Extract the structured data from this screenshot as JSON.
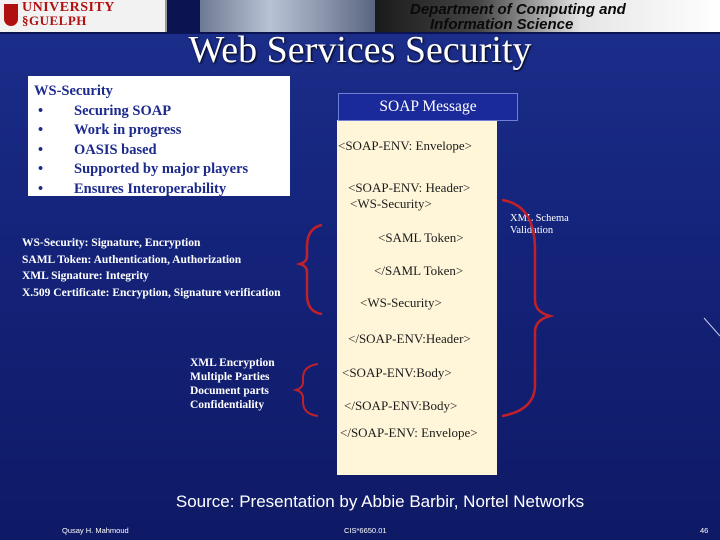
{
  "header": {
    "logo_line1": "UNIVERSITY",
    "logo_line2": "§GUELPH",
    "dept_line1": "Department of Computing and",
    "dept_line2": "Information Science"
  },
  "title": "Web Services Security",
  "ws_box": {
    "heading": "WS-Security",
    "items": [
      "Securing SOAP",
      "Work in progress",
      "OASIS based",
      "Supported by major players",
      "Ensures Interoperability"
    ]
  },
  "descriptions": [
    "WS-Security: Signature, Encryption",
    "SAML Token: Authentication, Authorization",
    "XML Signature: Integrity",
    "X.509 Certificate: Encryption, Signature verification"
  ],
  "xml_encryption": [
    "XML Encryption",
    "Multiple Parties",
    "Document  parts",
    "Confidentiality"
  ],
  "soap": {
    "header_label": "SOAP Message",
    "envelope_open": "<SOAP-ENV: Envelope>",
    "header_open": "<SOAP-ENV: Header>",
    "ws_open": "<WS-Security>",
    "saml_open": "<SAML Token>",
    "saml_close": "</SAML Token>",
    "ws_close": "<WS-Security>",
    "header_close": "</SOAP-ENV:Header>",
    "body_open": "<SOAP-ENV:Body>",
    "body_close": "</SOAP-ENV:Body>",
    "envelope_close": "</SOAP-ENV: Envelope>"
  },
  "schema_label": [
    "XML Schema",
    "Validation"
  ],
  "source": "Source: Presentation by Abbie Barbir, Nortel Networks",
  "footer": {
    "author": "Qusay H. Mahmoud",
    "course": "CIS*6650.01",
    "page": "46"
  },
  "colors": {
    "background": "#14237a",
    "bracket": "#c0202a",
    "soap_column": "#fff6d9",
    "heading_text": "#1b2a8c"
  }
}
